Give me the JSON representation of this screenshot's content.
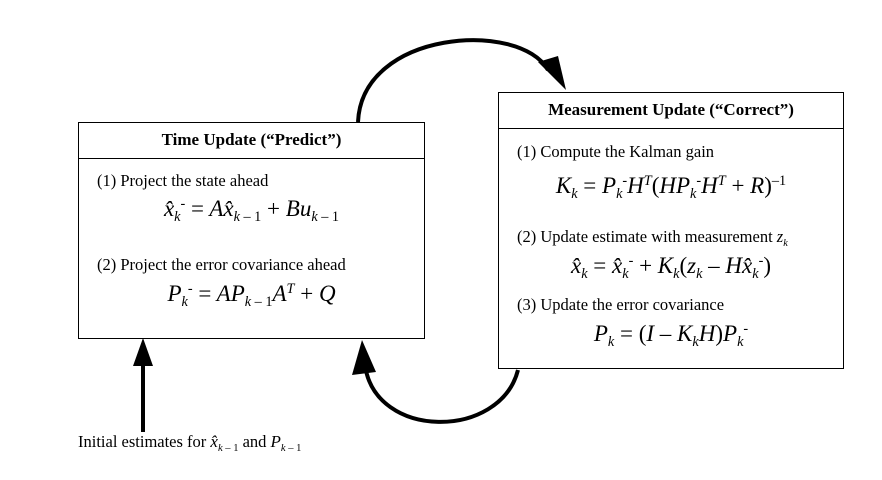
{
  "time_update": {
    "title": "Time Update (“Predict”)",
    "step1": "(1) Project the state ahead",
    "step2": "(2) Project the error covariance ahead"
  },
  "measurement_update": {
    "title": "Measurement Update (“Correct”)",
    "step1": "(1) Compute the Kalman gain",
    "step2_prefix": "(2) Update estimate with measurement ",
    "step2_var": "z",
    "step2_sub": "k",
    "step3": "(3) Update the error covariance"
  },
  "footer": {
    "prefix": "Initial estimates for ",
    "and": " and "
  }
}
